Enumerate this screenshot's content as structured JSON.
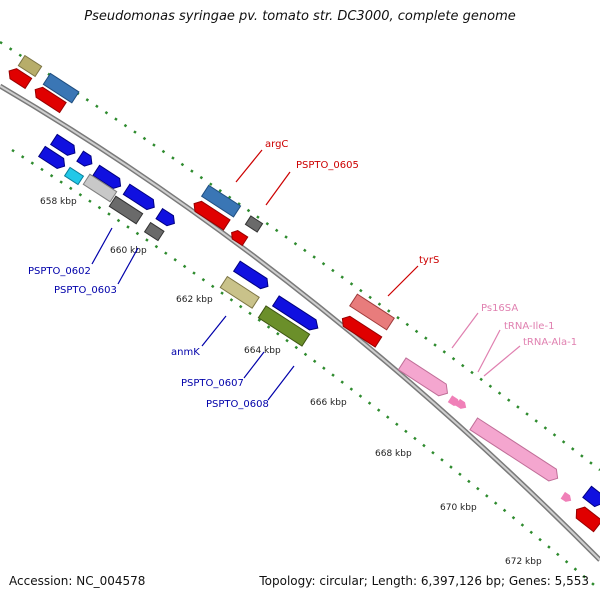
{
  "title": "Pseudomonas syringae pv. tomato str. DC3000, complete genome",
  "footer": {
    "accession": "Accession: NC_004578",
    "summary": "Topology: circular; Length: 6,397,126 bp; Genes: 5,553"
  },
  "ticks": [
    "658 kbp",
    "660 kbp",
    "662 kbp",
    "664 kbp",
    "666 kbp",
    "668 kbp",
    "670 kbp",
    "672 kbp"
  ],
  "gene_labels": {
    "argC": "argC",
    "pspto_0605": "PSPTO_0605",
    "tyrS": "tyrS",
    "ps16sa": "Ps16SA",
    "trna_ile": "tRNA-Ile-1",
    "trna_ala": "tRNA-Ala-1",
    "pspto_0602": "PSPTO_0602",
    "pspto_0603": "PSPTO_0603",
    "anmK": "anmK",
    "pspto_0607": "PSPTO_0607",
    "pspto_0608": "PSPTO_0608"
  },
  "colors": {
    "backbone": "#8c8c8c",
    "dots": "#2e8b2e",
    "cds_forward": "#1010e0",
    "cds_reverse": "#e00000",
    "gene": "#3a76b5",
    "rrna": "#f080b8",
    "label_red": "#cc0000",
    "label_blue": "#0000aa",
    "label_pink": "#e080b0"
  }
}
